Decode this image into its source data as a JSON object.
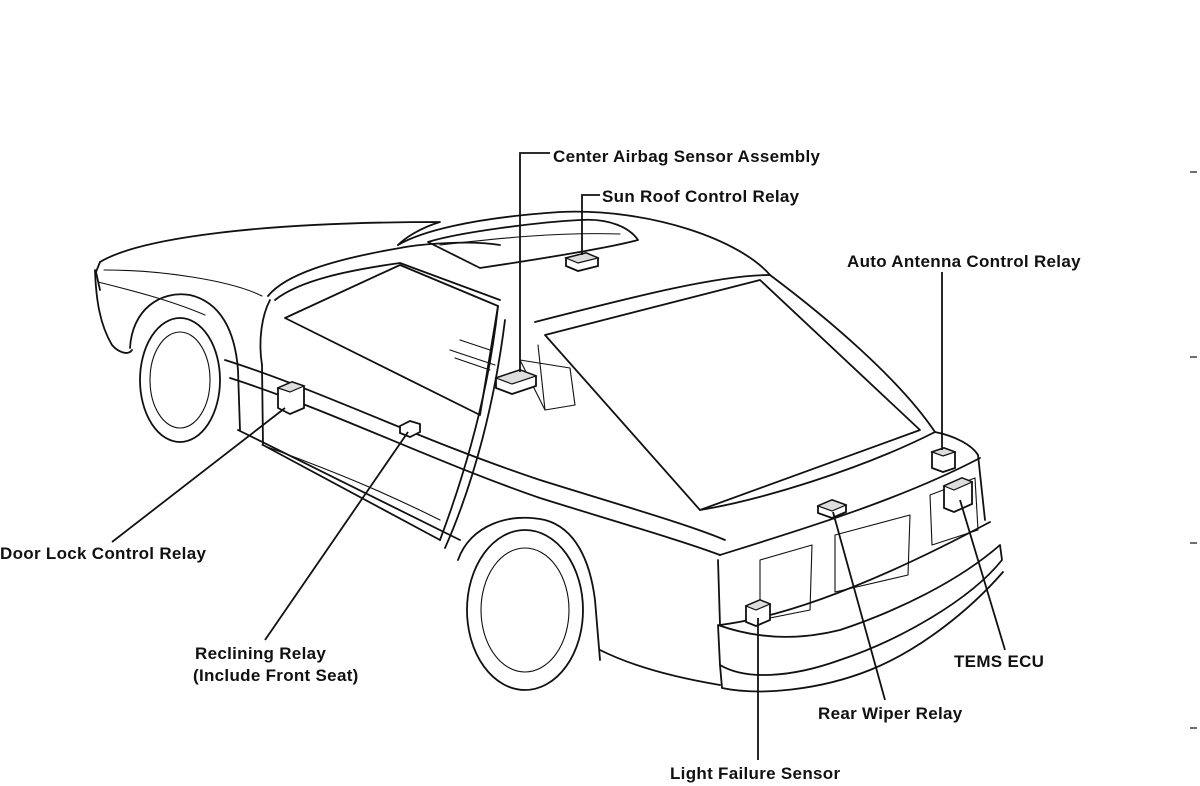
{
  "labels": {
    "center_airbag_sensor": "Center Airbag Sensor Assembly",
    "sun_roof_relay": "Sun Roof Control Relay",
    "auto_antenna_relay": "Auto Antenna Control Relay",
    "door_lock_relay": "Door Lock Control Relay",
    "reclining_relay_line1": "Reclining Relay",
    "reclining_relay_line2": "(Include Front Seat)",
    "tems_ecu": "TEMS ECU",
    "rear_wiper_relay": "Rear Wiper Relay",
    "light_failure_sensor": "Light Failure Sensor"
  }
}
